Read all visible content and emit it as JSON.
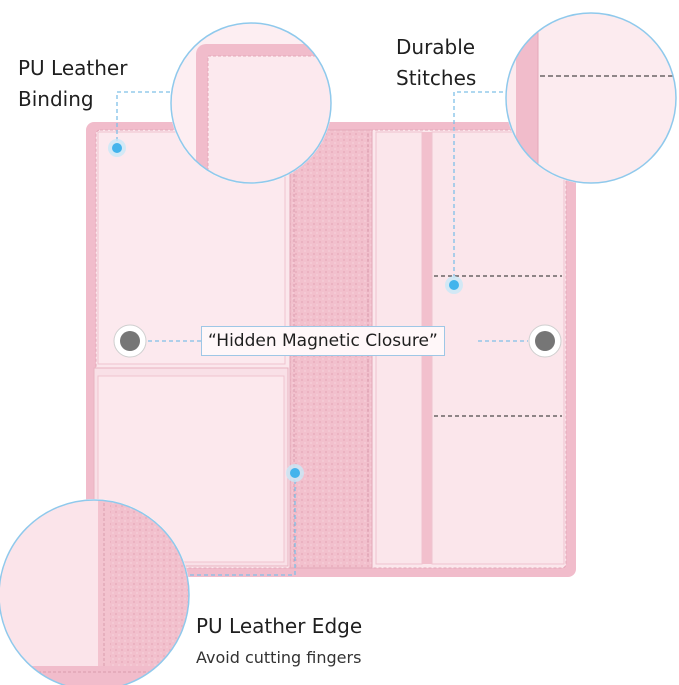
{
  "callouts": {
    "binding": {
      "line1": "PU Leather",
      "line2": "Binding"
    },
    "stitches": {
      "line1": "Durable",
      "line2": "Stitches"
    },
    "closure": {
      "text": "“Hidden Magnetic Closure”"
    },
    "edge": {
      "title": "PU Leather Edge",
      "subtitle": "Avoid cutting fingers"
    }
  },
  "colors": {
    "leather": "#f4c7d2",
    "leather_dark": "#e9aebe",
    "interior": "#fbe7ec",
    "accent_dot": "#43b4ec",
    "guide_line": "#7fc0e8",
    "magnet": "#767676"
  }
}
